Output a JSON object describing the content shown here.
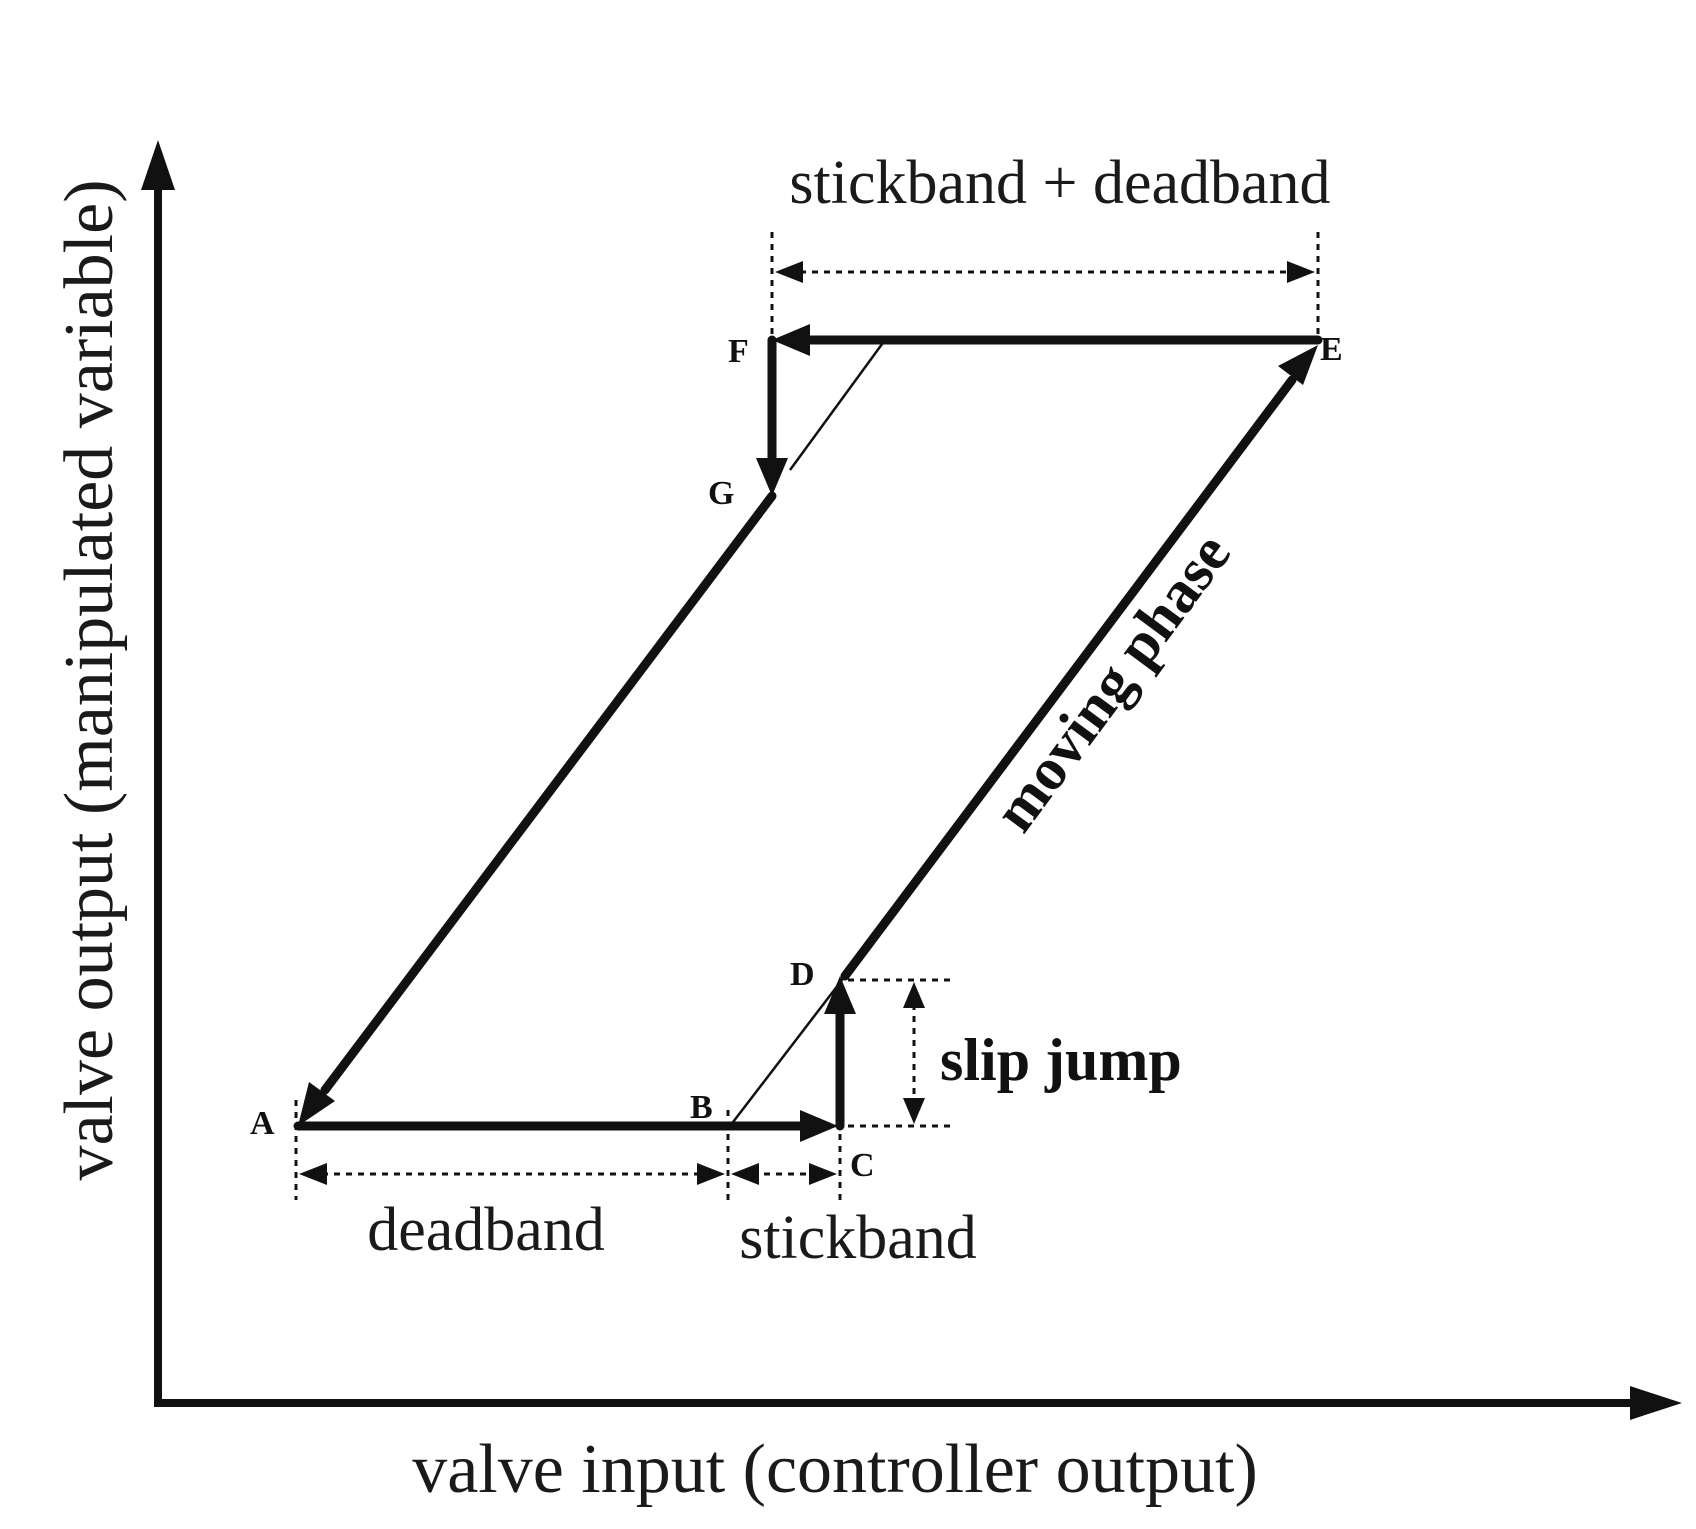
{
  "x_axis_title": "valve input (controller output)",
  "y_axis_title": "valve output (manipulated variable)",
  "dimension_labels": {
    "stickband_plus_deadband": "stickband + deadband",
    "deadband": "deadband",
    "stickband": "stickband",
    "slip_jump": "slip jump"
  },
  "phase_label": "moving phase",
  "points": {
    "A": "A",
    "B": "B",
    "C": "C",
    "D": "D",
    "E": "E",
    "F": "F",
    "G": "G"
  }
}
